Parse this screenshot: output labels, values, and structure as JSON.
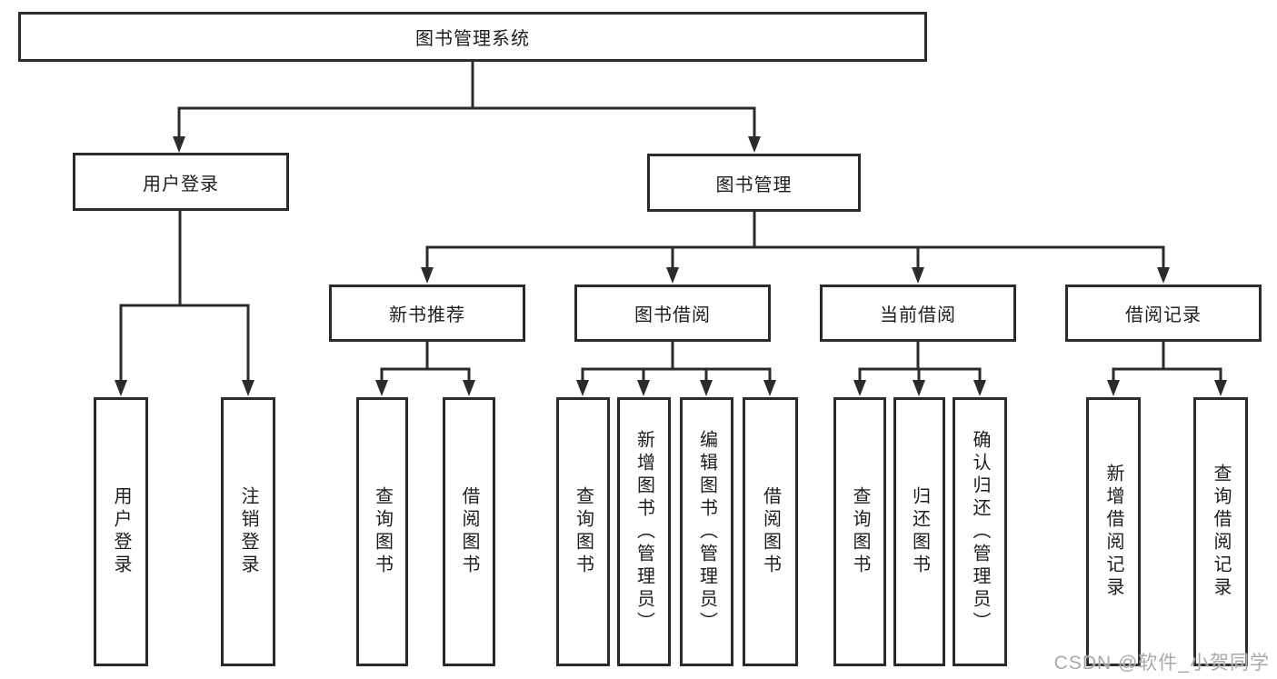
{
  "colors": {
    "line": "#2b2b2b",
    "text": "#1d1d1f",
    "watermark": "#a9a9a9",
    "background": "#ffffff"
  },
  "watermark": "CSDN @软件_小贺同学",
  "nodes": {
    "root": {
      "label": "图书管理系统"
    },
    "user_login": {
      "label": "用户登录"
    },
    "book_mgmt": {
      "label": "图书管理"
    },
    "new_book_rec": {
      "label": "新书推荐"
    },
    "book_borrow": {
      "label": "图书借阅"
    },
    "current_borrow": {
      "label": "当前借阅"
    },
    "borrow_record": {
      "label": "借阅记录"
    },
    "leaf_user_login": {
      "label": "用户登录"
    },
    "leaf_logout": {
      "label": "注销登录"
    },
    "leaf_nbr_query": {
      "label": "查询图书"
    },
    "leaf_nbr_borrow": {
      "label": "借阅图书"
    },
    "leaf_bb_query": {
      "label": "查询图书"
    },
    "leaf_bb_add": {
      "label": "新增图书（管理员）"
    },
    "leaf_bb_edit": {
      "label": "编辑图书（管理员）"
    },
    "leaf_bb_borrow": {
      "label": "借阅图书"
    },
    "leaf_cb_query": {
      "label": "查询图书"
    },
    "leaf_cb_return": {
      "label": "归还图书"
    },
    "leaf_cb_confirm": {
      "label": "确认归还（管理员）"
    },
    "leaf_br_add": {
      "label": "新增借阅记录"
    },
    "leaf_br_query": {
      "label": "查询借阅记录"
    }
  }
}
